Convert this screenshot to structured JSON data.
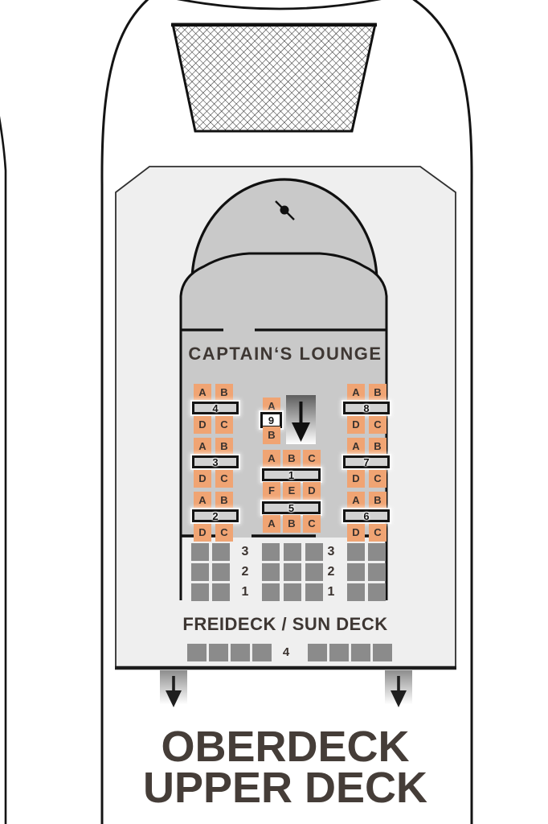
{
  "labels": {
    "lounge": "CAPTAIN‘S LOUNGE",
    "sun_deck": "FREIDECK / SUN DECK",
    "deck_line1": "OBERDECK",
    "deck_line2": "UPPER DECK"
  },
  "lounge_tables": {
    "t1": {
      "number": "1",
      "top": [
        "A",
        "B",
        "C"
      ],
      "bottom": [
        "F",
        "E",
        "D"
      ]
    },
    "t2": {
      "number": "2",
      "top": [
        "A",
        "B"
      ],
      "bottom": [
        "D",
        "C"
      ]
    },
    "t3": {
      "number": "3",
      "top": [
        "A",
        "B"
      ],
      "bottom": [
        "D",
        "C"
      ]
    },
    "t4": {
      "number": "4",
      "top": [
        "A",
        "B"
      ],
      "bottom": [
        "D",
        "C"
      ]
    },
    "t5": {
      "number": "5",
      "bottom": [
        "A",
        "B",
        "C"
      ]
    },
    "t6": {
      "number": "6",
      "top": [
        "A",
        "B"
      ],
      "bottom": [
        "D",
        "C"
      ]
    },
    "t7": {
      "number": "7",
      "top": [
        "A",
        "B"
      ],
      "bottom": [
        "D",
        "C"
      ]
    },
    "t8": {
      "number": "8",
      "top": [
        "A",
        "B"
      ],
      "bottom": [
        "D",
        "C"
      ]
    },
    "t9": {
      "number": "9",
      "top": [
        "A"
      ],
      "bottom": [
        "B"
      ]
    }
  },
  "sun_deck": {
    "side_row_numbers": [
      "3",
      "2",
      "1"
    ],
    "front_row_number": "4"
  },
  "colors": {
    "lounge_seat_fill": "#f0a473",
    "sun_seat_fill": "#8b8b8b",
    "lounge_floor": "#c9c9c9",
    "deck_panel": "#efefef",
    "outline": "#141414",
    "label_text": "#3e3733"
  },
  "icons": {
    "stairs": "down-arrow",
    "exit_left": "down-arrow",
    "exit_right": "down-arrow",
    "mast": "dot-marker"
  }
}
